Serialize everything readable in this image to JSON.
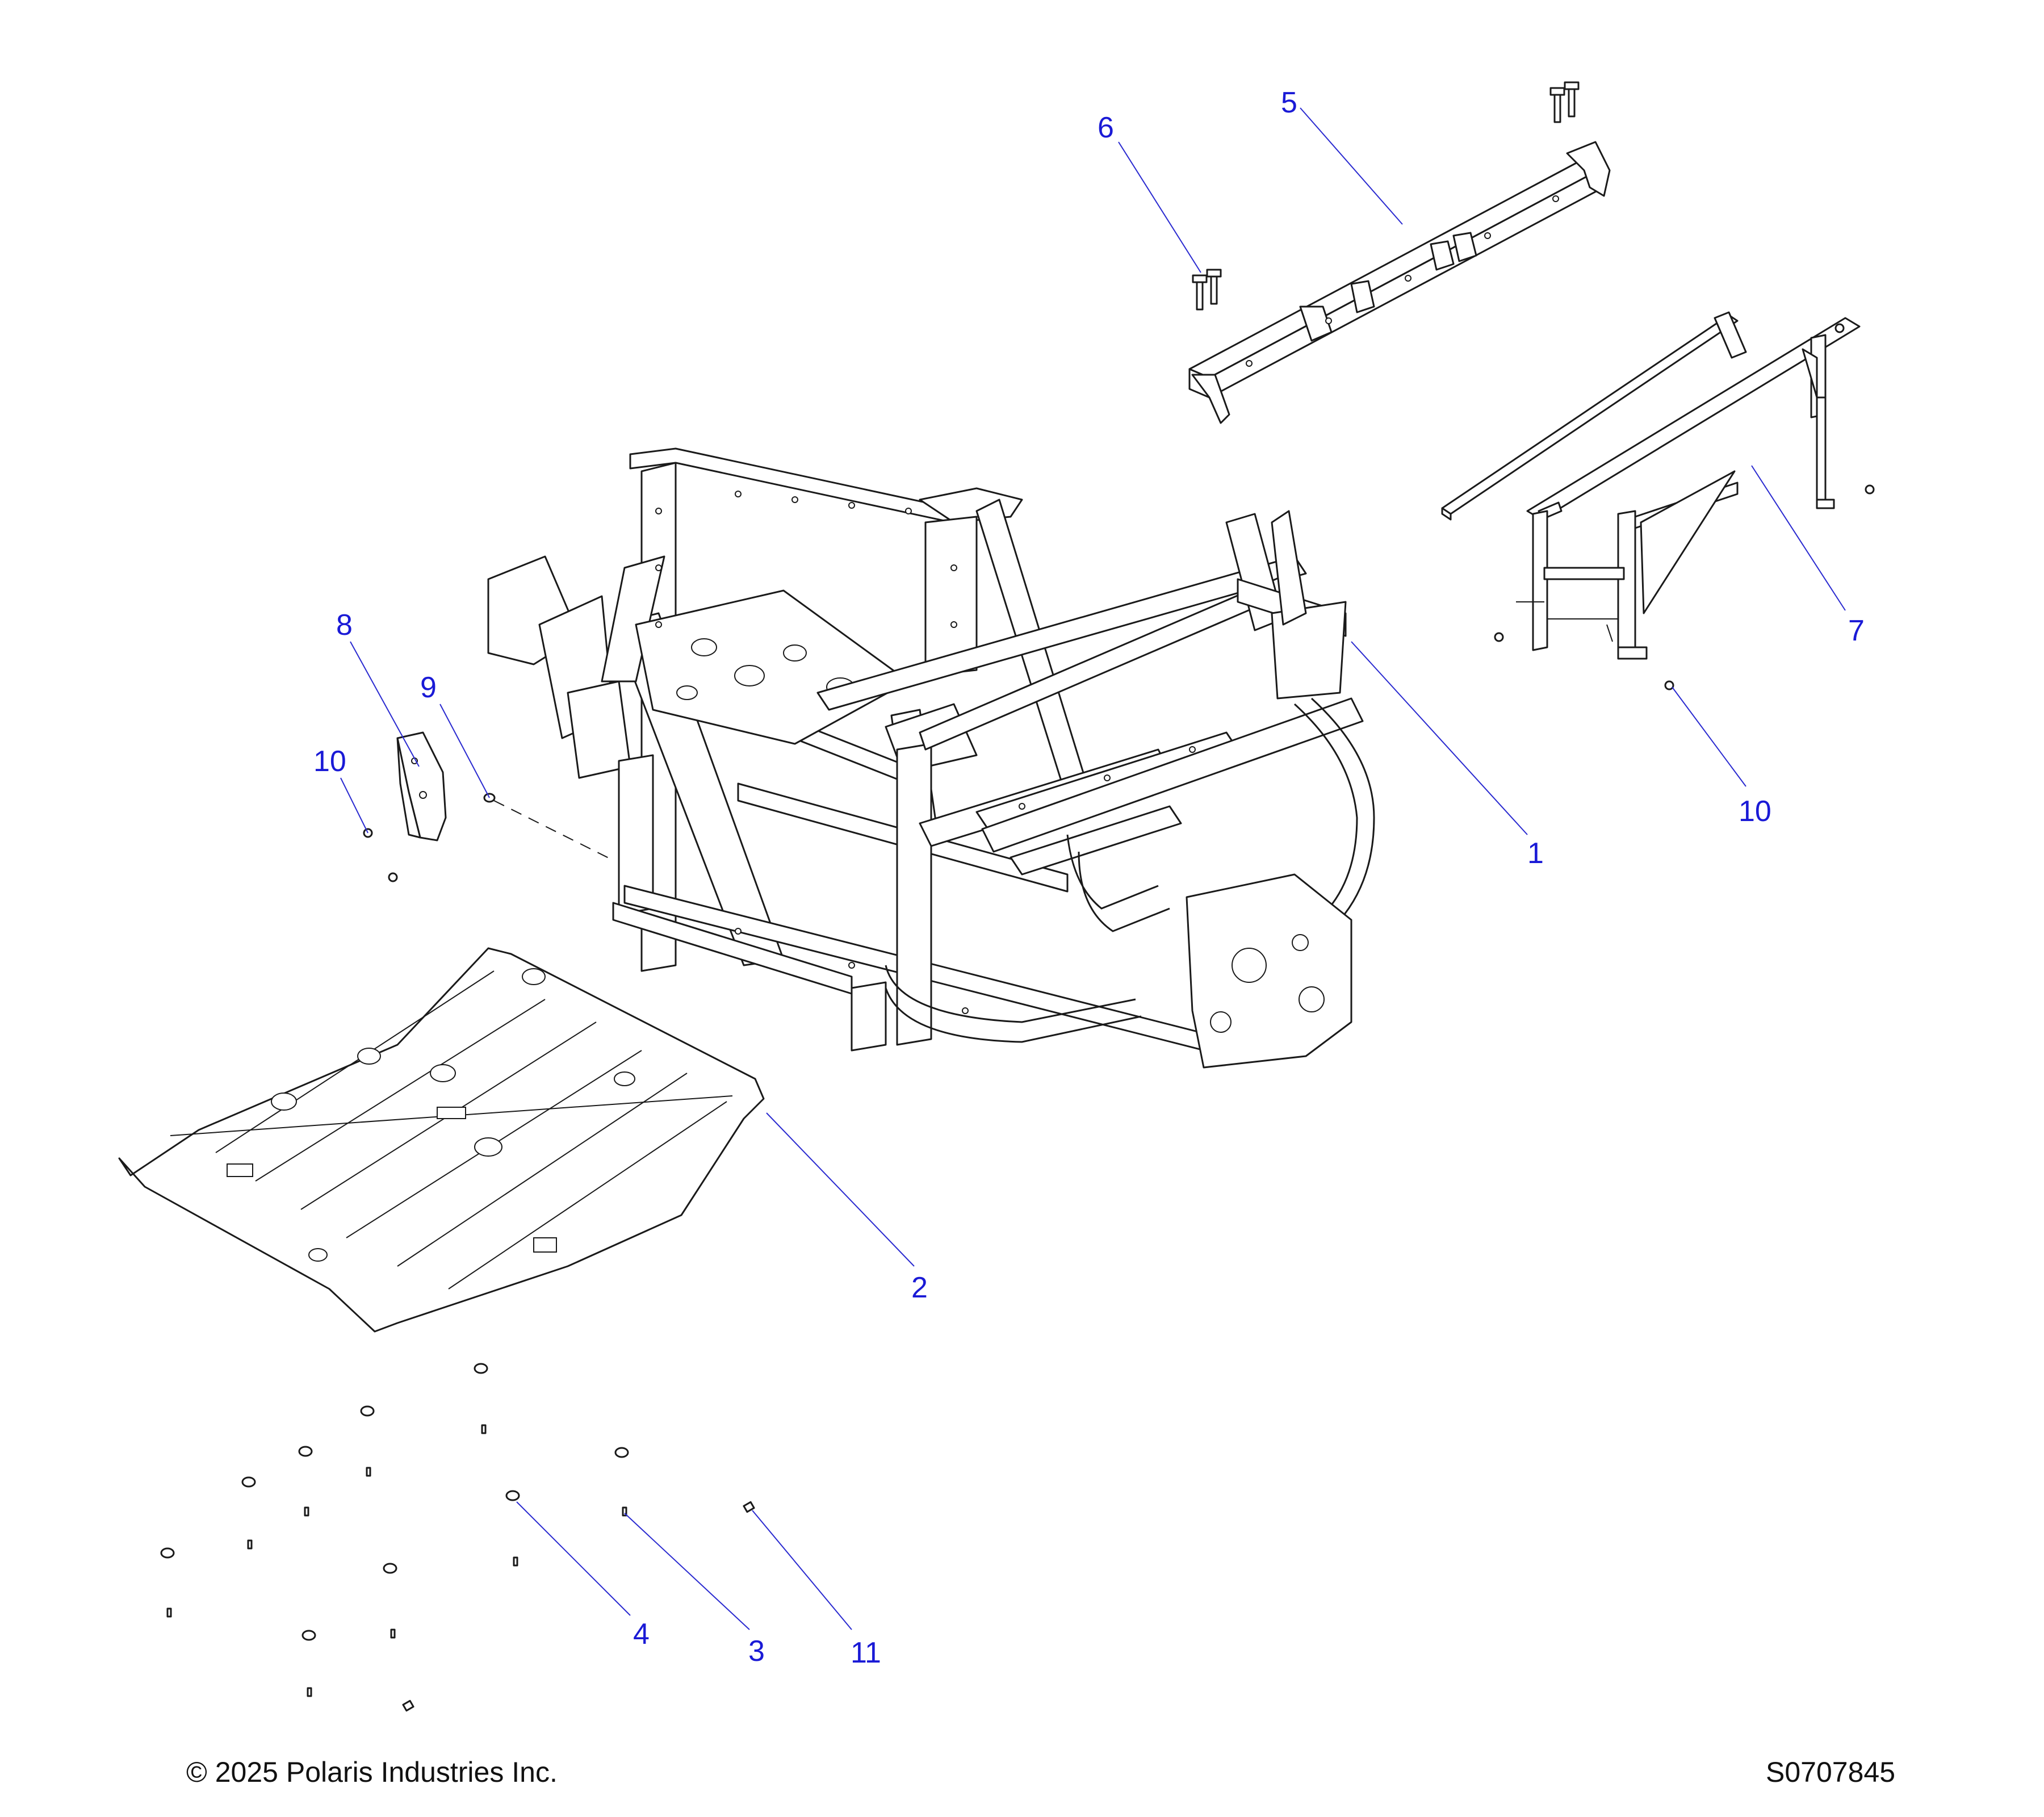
{
  "callouts": [
    {
      "id": "main-frame",
      "label": "1"
    },
    {
      "id": "skid-plate",
      "label": "2"
    },
    {
      "id": "screw",
      "label": "3"
    },
    {
      "id": "clip-nut",
      "label": "4"
    },
    {
      "id": "cross-brace",
      "label": "5"
    },
    {
      "id": "bolt",
      "label": "6"
    },
    {
      "id": "rear-frame",
      "label": "7"
    },
    {
      "id": "bracket",
      "label": "8"
    },
    {
      "id": "plug",
      "label": "9"
    },
    {
      "id": "nut-left",
      "label": "10"
    },
    {
      "id": "nut-right",
      "label": "10"
    },
    {
      "id": "fastener",
      "label": "11"
    }
  ],
  "footer": {
    "copyright": "© 2025 Polaris Industries Inc.",
    "drawing_number": "S0707845"
  },
  "colors": {
    "line_art": "#1a1a1a",
    "callout_text": "#1a1ad6",
    "leader_line": "#2a2ad0",
    "background": "#ffffff"
  }
}
